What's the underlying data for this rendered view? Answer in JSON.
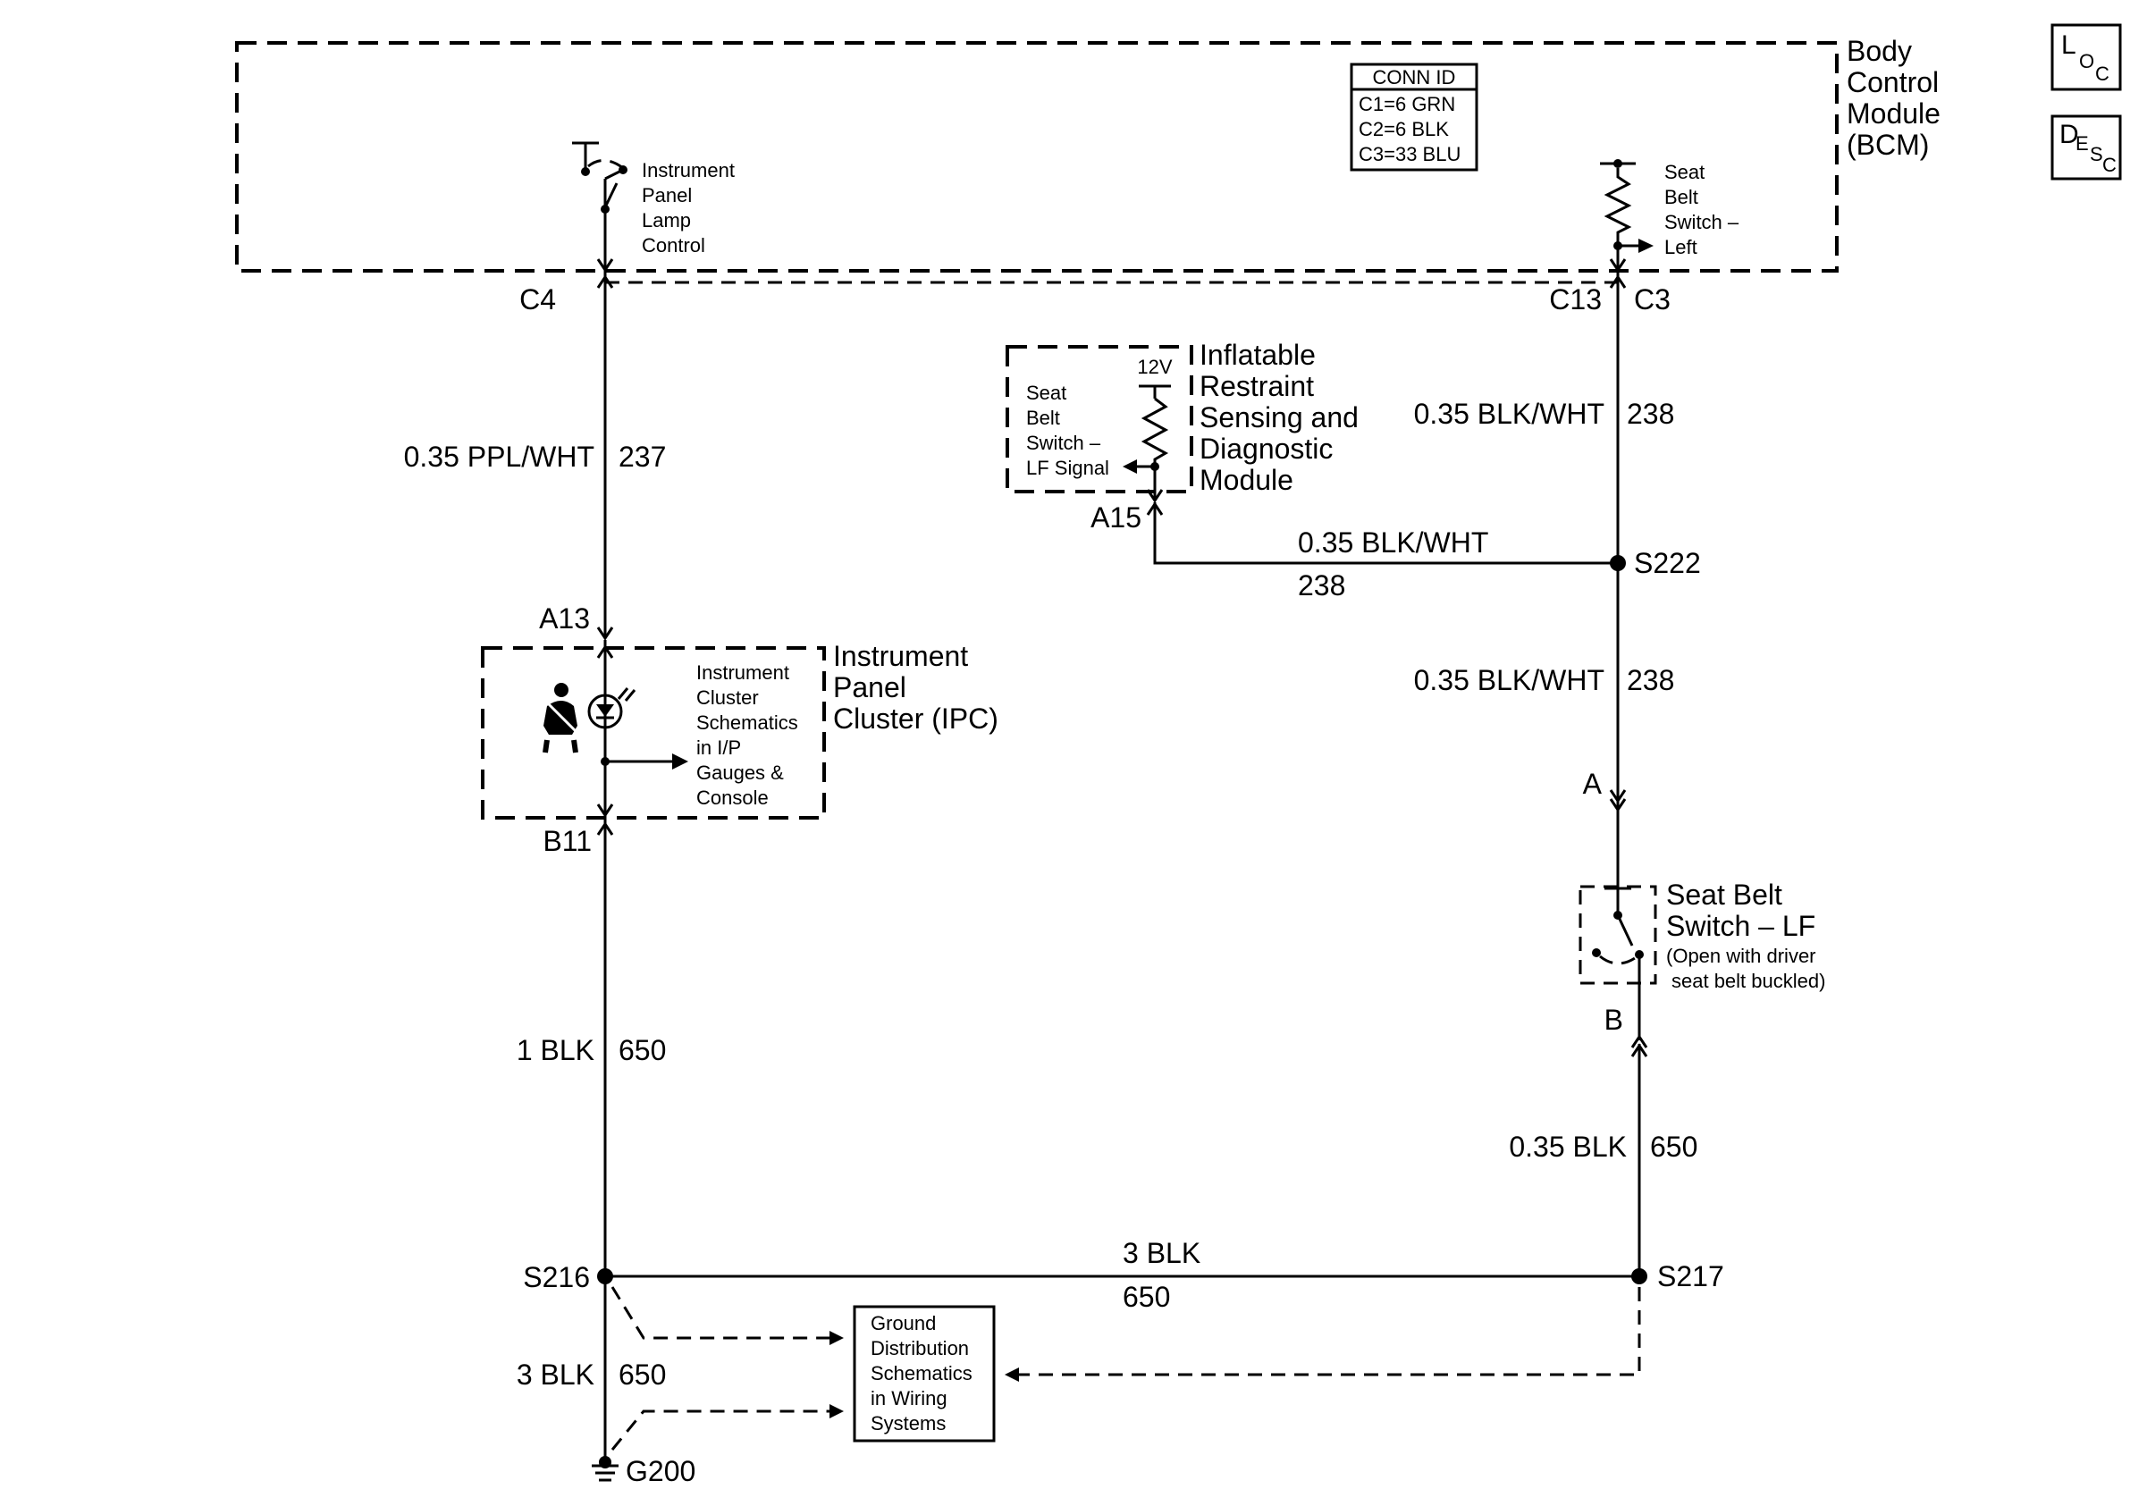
{
  "bcm": {
    "name_line1": "Body",
    "name_line2": "Control",
    "name_line3": "Module",
    "name_line4": "(BCM)",
    "conn_id": {
      "title": "CONN ID",
      "rows": [
        "C1=6 GRN",
        "C2=6 BLK",
        "C3=33 BLU"
      ]
    },
    "lamp_control": [
      "Instrument",
      "Panel",
      "Lamp",
      "Control"
    ],
    "seat_belt_left": [
      "Seat",
      "Belt",
      "Switch –",
      "Left"
    ]
  },
  "icons": {
    "loc": {
      "big": "L",
      "small": "O",
      "sub": "C"
    },
    "desc": {
      "big": "D",
      "small": "E",
      "s": "S",
      "c": "C"
    }
  },
  "connectors": {
    "c4": "C4",
    "c13": "C13",
    "c3": "C3",
    "a15": "A15",
    "a13": "A13",
    "b11": "B11",
    "a": "A",
    "b": "B"
  },
  "wires": {
    "w237_gauge": "0.35 PPL/WHT",
    "w237_num": "237",
    "w238_top_gauge": "0.35 BLK/WHT",
    "w238_top_num": "238",
    "w238_h_gauge": "0.35 BLK/WHT",
    "w238_h_num": "238",
    "w238_mid_gauge": "0.35 BLK/WHT",
    "w238_mid_num": "238",
    "w650_left_gauge": "1 BLK",
    "w650_left_num": "650",
    "w650_right_gauge": "0.35 BLK",
    "w650_right_num": "650",
    "w650_h_gauge": "3 BLK",
    "w650_h_num": "650",
    "w650_ground_gauge": "3 BLK",
    "w650_ground_num": "650"
  },
  "splices": {
    "s222": "S222",
    "s216": "S216",
    "s217": "S217",
    "g200": "G200"
  },
  "irsdm": {
    "voltage": "12V",
    "switch_label": [
      "Seat",
      "Belt",
      "Switch –",
      "LF Signal"
    ],
    "name": [
      "Inflatable",
      "Restraint",
      "Sensing and",
      "Diagnostic",
      "Module"
    ]
  },
  "ipc": {
    "name": [
      "Instrument",
      "Panel",
      "Cluster (IPC)"
    ],
    "ref": [
      "Instrument",
      "Cluster",
      "Schematics",
      "in I/P",
      "Gauges &",
      "Console"
    ]
  },
  "seat_belt_switch": {
    "name1": "Seat Belt",
    "name2": "Switch – LF",
    "note1": "(Open with driver",
    "note2": "seat belt buckled)"
  },
  "ground_dist": [
    "Ground",
    "Distribution",
    "Schematics",
    "in Wiring",
    "Systems"
  ]
}
